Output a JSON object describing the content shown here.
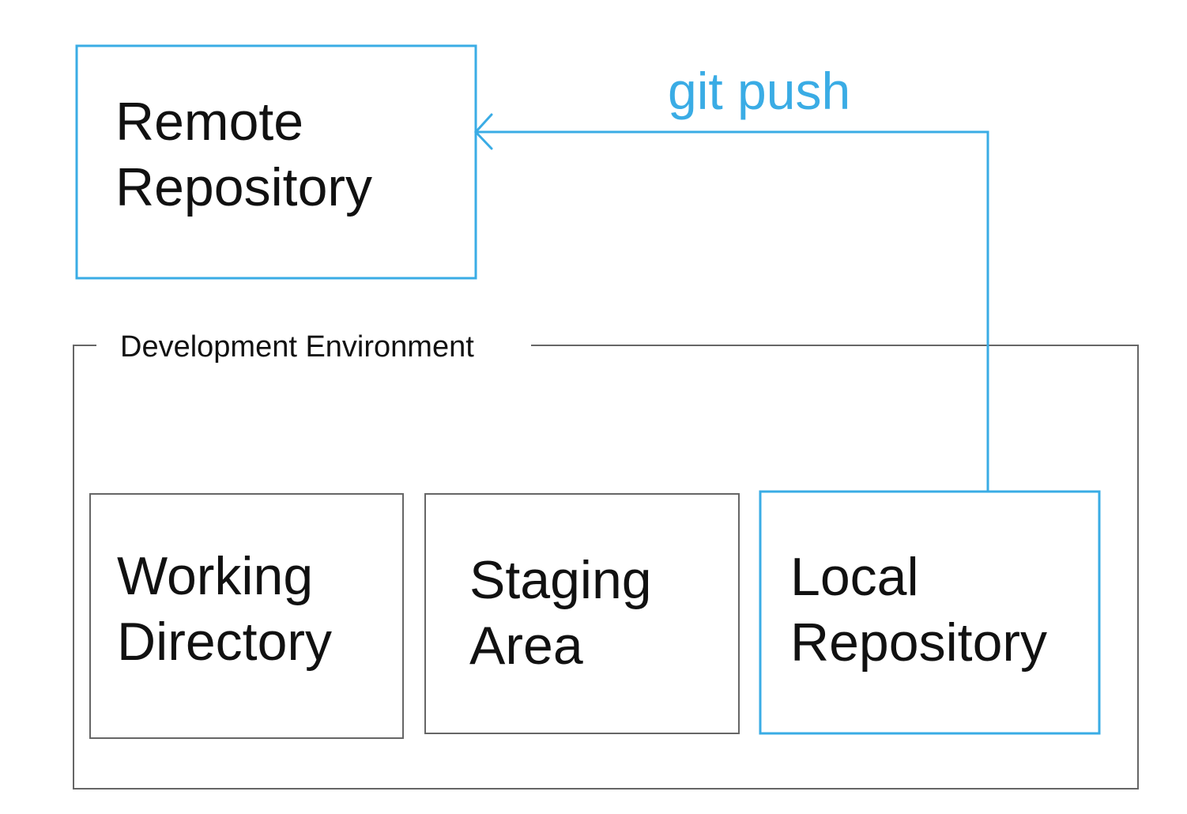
{
  "colors": {
    "accent": "#3aace5",
    "neutral_border": "#666666",
    "text": "#111111",
    "background": "#ffffff"
  },
  "remote_repository": {
    "line1": "Remote",
    "line2": "Repository"
  },
  "development_environment": {
    "label": "Development Environment"
  },
  "working_directory": {
    "line1": "Working",
    "line2": "Directory"
  },
  "staging_area": {
    "line1": "Staging",
    "line2": "Area"
  },
  "local_repository": {
    "line1": "Local",
    "line2": "Repository"
  },
  "push_edge": {
    "label": "git push"
  }
}
